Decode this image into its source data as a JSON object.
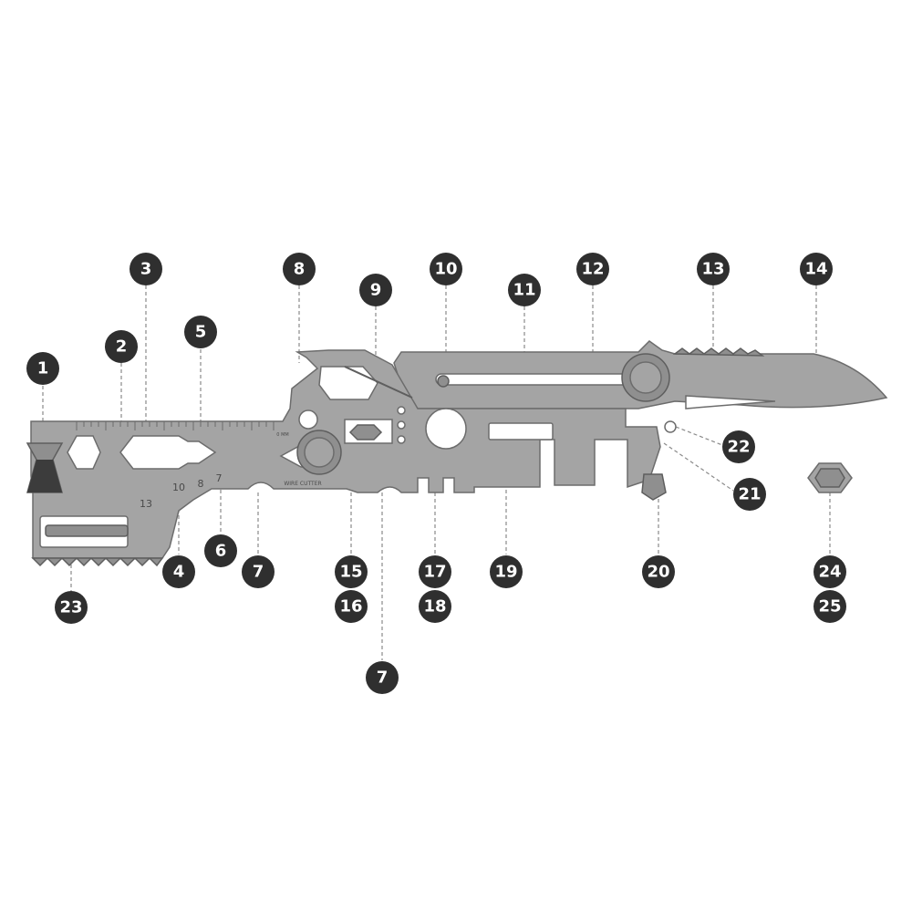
{
  "tool_labels": {
    "ruler_size_13": "13",
    "hex_size_10": "10",
    "hex_size_8": "8",
    "hex_size_7": "7",
    "wire_cutter": "WIRE CUTTER",
    "ruler_unit": "0 MM"
  },
  "callouts": [
    {
      "id": "c1",
      "label": "1"
    },
    {
      "id": "c2",
      "label": "2"
    },
    {
      "id": "c3",
      "label": "3"
    },
    {
      "id": "c4",
      "label": "4"
    },
    {
      "id": "c5",
      "label": "5"
    },
    {
      "id": "c6",
      "label": "6"
    },
    {
      "id": "c7a",
      "label": "7"
    },
    {
      "id": "c7b",
      "label": "7"
    },
    {
      "id": "c8",
      "label": "8"
    },
    {
      "id": "c9",
      "label": "9"
    },
    {
      "id": "c10",
      "label": "10"
    },
    {
      "id": "c11",
      "label": "11"
    },
    {
      "id": "c12",
      "label": "12"
    },
    {
      "id": "c13",
      "label": "13"
    },
    {
      "id": "c14",
      "label": "14"
    },
    {
      "id": "c15",
      "label": "15"
    },
    {
      "id": "c16",
      "label": "16"
    },
    {
      "id": "c17",
      "label": "17"
    },
    {
      "id": "c18",
      "label": "18"
    },
    {
      "id": "c19",
      "label": "19"
    },
    {
      "id": "c20",
      "label": "20"
    },
    {
      "id": "c21",
      "label": "21"
    },
    {
      "id": "c22",
      "label": "22"
    },
    {
      "id": "c23",
      "label": "23"
    },
    {
      "id": "c24",
      "label": "24"
    },
    {
      "id": "c25",
      "label": "25"
    }
  ]
}
